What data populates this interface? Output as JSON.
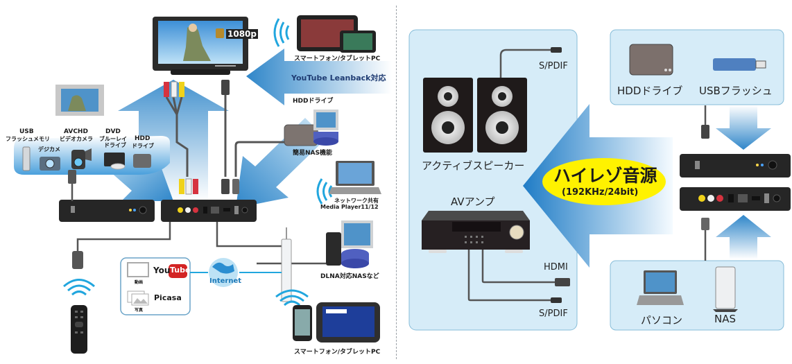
{
  "left_panel": {
    "tv": {
      "badge_top": "Full",
      "badge_bottom": "HD",
      "resolution": "1080p"
    },
    "smartphone_top_label": "スマートフォン/タブレットPC",
    "youtube_label": "YouTube Leanback対応",
    "hdd_label": "HDDドライブ",
    "nas_simple_label": "簡易NAS機能",
    "network_label_line1": "ネットワーク共有",
    "network_label_line2": "Media Player11/12",
    "dlna_label": "DLNA対応NASなど",
    "smartphone_bottom_label": "スマートフォン/タブレットPC",
    "sources": [
      {
        "line1": "USB",
        "line2": "フラッシュメモリ"
      },
      {
        "line1": "デジカメ",
        "line2": ""
      },
      {
        "line1": "AVCHD",
        "line2": "ビデオカメラ"
      },
      {
        "line1": "DVD",
        "line2": "ブルーレイ",
        "line3": "ドライブ"
      },
      {
        "line1": "HDD",
        "line2": "ドライブ"
      }
    ],
    "internet_box": {
      "video_caption": "動画",
      "photo_caption": "写真",
      "youtube_you": "You",
      "youtube_tube": "Tube",
      "picasa": "Picasa",
      "internet": "Internet"
    }
  },
  "right_panel": {
    "speaker_label": "アクティブスピーカー",
    "spdif_top": "S/PDIF",
    "av_amp_label": "AVアンプ",
    "hdmi_label": "HDMI",
    "spdif_bottom": "S/PDIF",
    "hdd_label": "HDDドライブ",
    "usb_flash_label": "USBフラッシュ",
    "hires_title": "ハイレゾ音源",
    "hires_spec": "(192KHz/24bit)",
    "pc_label": "パソコン",
    "nas_label": "NAS"
  },
  "colors": {
    "arrow_blue": "#2f86c9",
    "panel_bg": "#d6ecf8",
    "panel_border": "#86bcd8",
    "hires_yellow": "#fff200",
    "device_black": "#2a2a2a"
  }
}
